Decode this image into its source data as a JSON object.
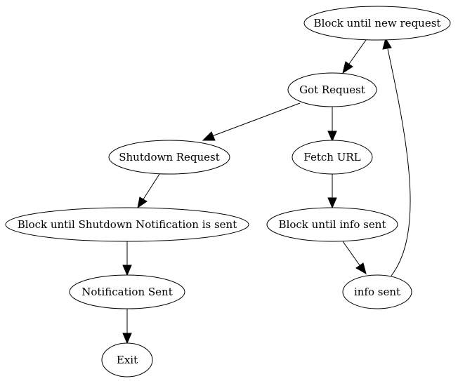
{
  "diagram": {
    "nodes": {
      "block_new_request": "Block until new request",
      "got_request": "Got Request",
      "shutdown_request": "Shutdown Request",
      "fetch_url": "Fetch URL",
      "block_shutdown_notification": "Block until Shutdown Notification is sent",
      "block_info_sent": "Block until info sent",
      "notification_sent": "Notification Sent",
      "info_sent": "info sent",
      "exit": "Exit"
    },
    "edges": [
      {
        "from": "block_new_request",
        "to": "got_request"
      },
      {
        "from": "got_request",
        "to": "shutdown_request"
      },
      {
        "from": "got_request",
        "to": "fetch_url"
      },
      {
        "from": "shutdown_request",
        "to": "block_shutdown_notification"
      },
      {
        "from": "fetch_url",
        "to": "block_info_sent"
      },
      {
        "from": "block_shutdown_notification",
        "to": "notification_sent"
      },
      {
        "from": "block_info_sent",
        "to": "info_sent"
      },
      {
        "from": "notification_sent",
        "to": "exit"
      },
      {
        "from": "info_sent",
        "to": "block_new_request"
      }
    ]
  }
}
